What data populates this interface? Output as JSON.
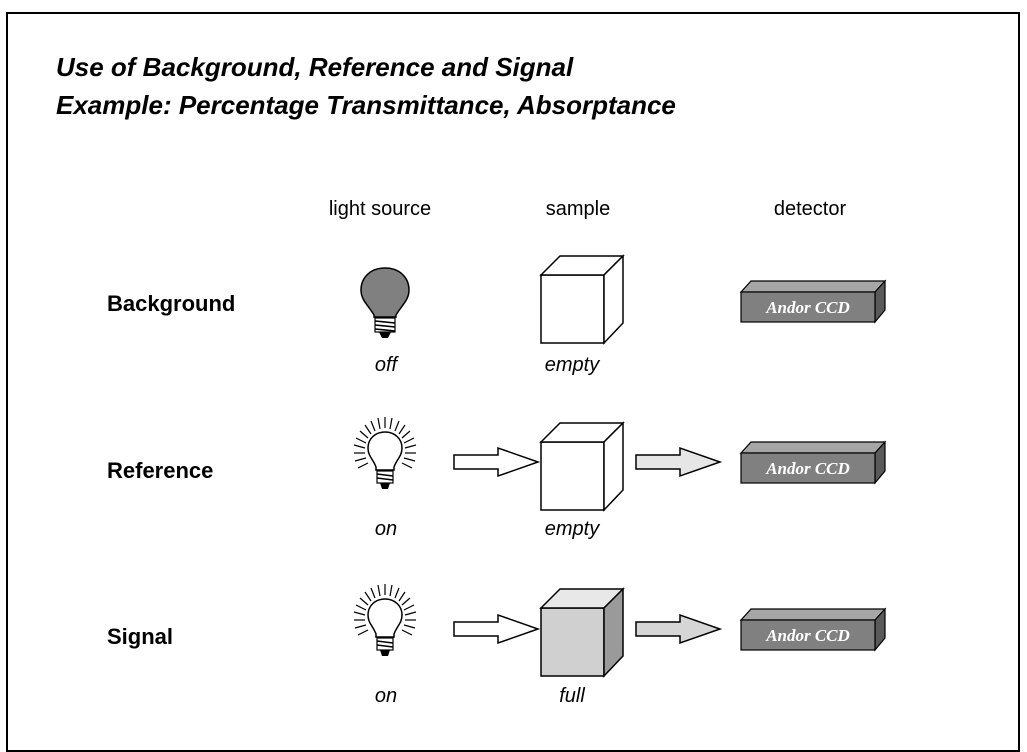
{
  "title": "Use of Background, Reference and Signal",
  "subtitle": "Example: Percentage Transmittance, Absorptance",
  "columns": {
    "light_source": "light source",
    "sample": "sample",
    "detector": "detector"
  },
  "rows": [
    {
      "label": "Background",
      "light_state": "off",
      "sample_state": "empty",
      "detector_label": "Andor CCD"
    },
    {
      "label": "Reference",
      "light_state": "on",
      "sample_state": "empty",
      "detector_label": "Andor CCD"
    },
    {
      "label": "Signal",
      "light_state": "on",
      "sample_state": "full",
      "detector_label": "Andor CCD"
    }
  ],
  "colors": {
    "bulb_off": "#808080",
    "sample_full": "#d0d0d0",
    "detector_front": "#808080",
    "arrow_fill_light": "#e6e6e6"
  },
  "icons": [
    "light-bulb-off-icon",
    "light-bulb-on-icon",
    "sample-cube-icon",
    "arrow-right-icon",
    "detector-icon"
  ]
}
